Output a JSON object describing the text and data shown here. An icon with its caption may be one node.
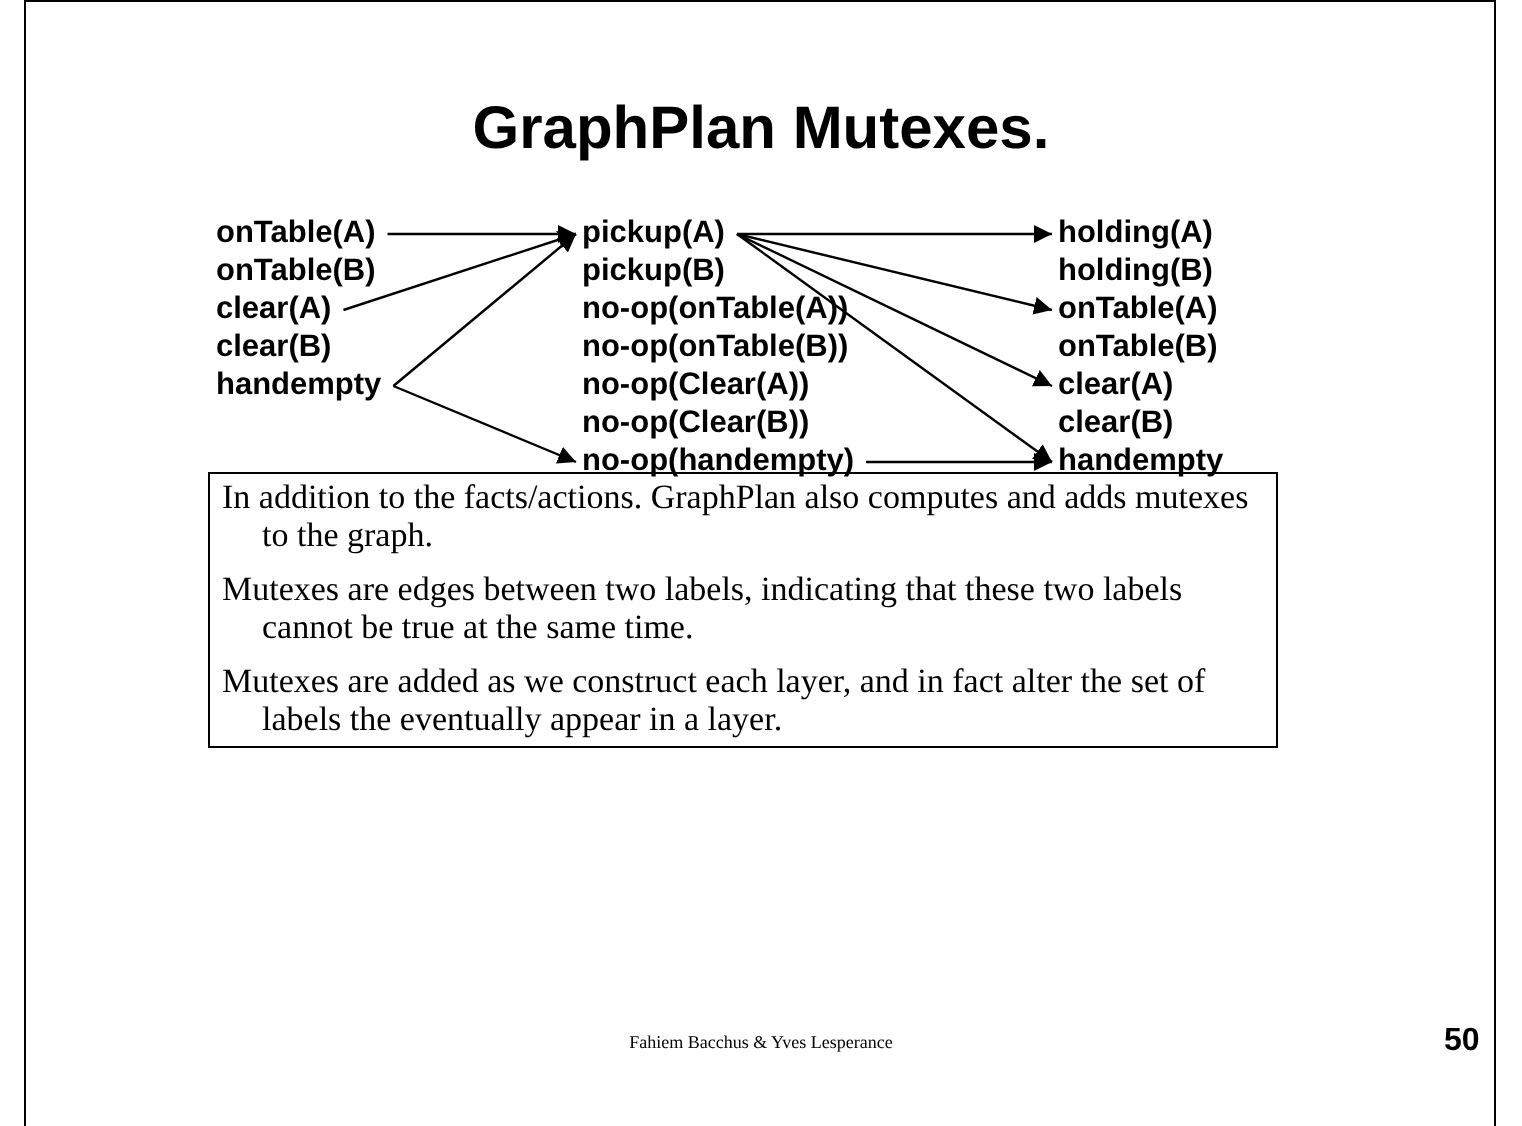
{
  "diagram": {
    "title": "GraphPlan Mutexes.",
    "nodes": [
      {
        "text": [
          "onTable(A)"
        ]
      },
      {
        "text": [
          "onTable(B)"
        ]
      },
      {
        "text": [
          "clear(A)"
        ]
      },
      {
        "text": [
          "clear(B)"
        ]
      },
      {
        "text": [
          "handempty"
        ]
      },
      {
        "text": [
          "pickup(A)"
        ]
      },
      {
        "text": [
          "pickup(B)"
        ]
      },
      {
        "text": [
          "no-op(onTable(A))"
        ]
      },
      {
        "text": [
          "no-op(onTable(B))"
        ]
      },
      {
        "text": [
          "no-op(Clear(A))"
        ]
      },
      {
        "text": [
          "no-op(Clear(B))"
        ]
      },
      {
        "text": [
          "no-op(handempty)"
        ]
      },
      {
        "text": [
          "holding(A)"
        ]
      },
      {
        "text": [
          "holding(B)"
        ]
      },
      {
        "text": [
          "onTable(A)"
        ]
      },
      {
        "text": [
          "onTable(B)"
        ]
      },
      {
        "text": [
          "clear(A)"
        ]
      },
      {
        "text": [
          "clear(B)"
        ]
      },
      {
        "text": [
          "handempty"
        ]
      },
      {
        "text": [
          "In addition to the facts/actions. GraphPlan also computes and adds mutexes to the graph.",
          "Mutexes are edges between two labels, indicating that these two labels cannot be true at the same time.",
          "Mutexes are added as we construct each layer, and in fact alter the set of labels the eventually appear in a layer."
        ]
      }
    ],
    "edges": [
      {
        "from": 0,
        "to": 5,
        "arrow": "to"
      },
      {
        "from": 2,
        "to": 5,
        "arrow": "to"
      },
      {
        "from": 4,
        "to": 5,
        "arrow": "to"
      },
      {
        "from": 4,
        "to": 11,
        "arrow": "to"
      },
      {
        "from": 5,
        "to": 12,
        "arrow": "to"
      },
      {
        "from": 5,
        "to": 14,
        "arrow": "to"
      },
      {
        "from": 5,
        "to": 16,
        "arrow": "to"
      },
      {
        "from": 5,
        "to": 18,
        "arrow": "to"
      },
      {
        "from": 11,
        "to": 18,
        "arrow": "to"
      }
    ],
    "labels": [
      "Fahiem Bacchus & Yves Lesperance",
      "50"
    ]
  }
}
